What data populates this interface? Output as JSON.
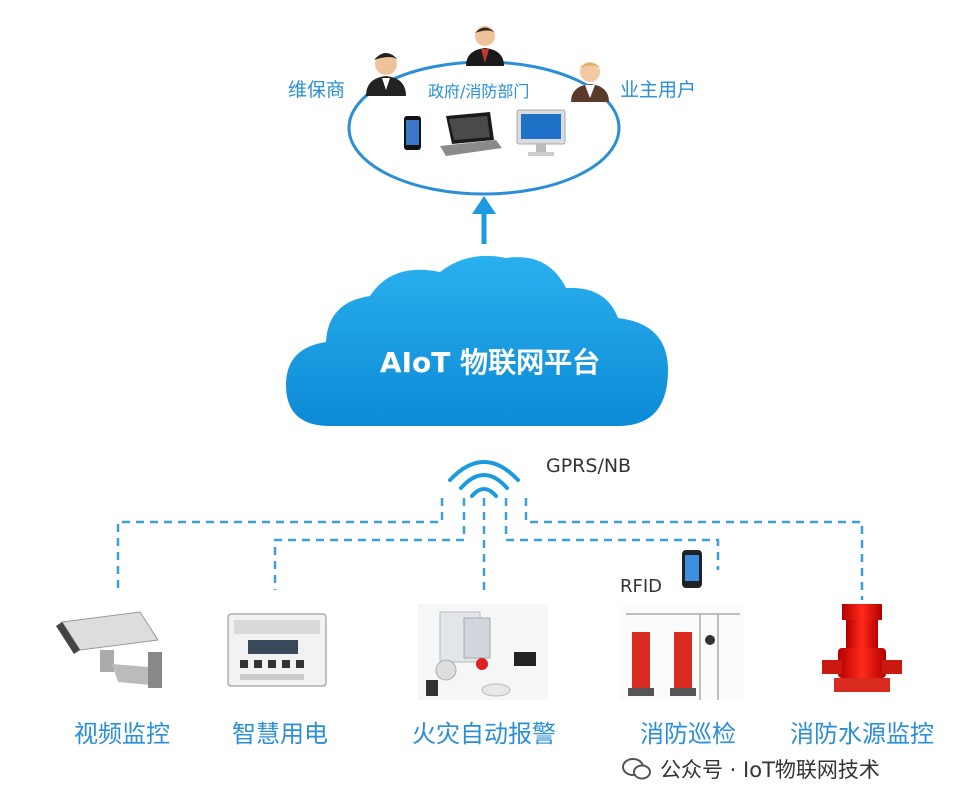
{
  "top_group": {
    "users": [
      "维保商",
      "政府/消防部门",
      "业主用户"
    ]
  },
  "cloud": {
    "title": "AIoT 物联网平台"
  },
  "network": {
    "label": "GPRS/NB"
  },
  "rfid_label": "RFID",
  "devices": [
    "视频监控",
    "智慧用电",
    "火灾自动报警",
    "消防巡检",
    "消防水源监控"
  ],
  "watermark": "公众号 · IoT物联网技术",
  "colors": {
    "accent": "#2a8fd6",
    "cloud": "#1a9be0",
    "dashed": "#3b9fdc"
  }
}
